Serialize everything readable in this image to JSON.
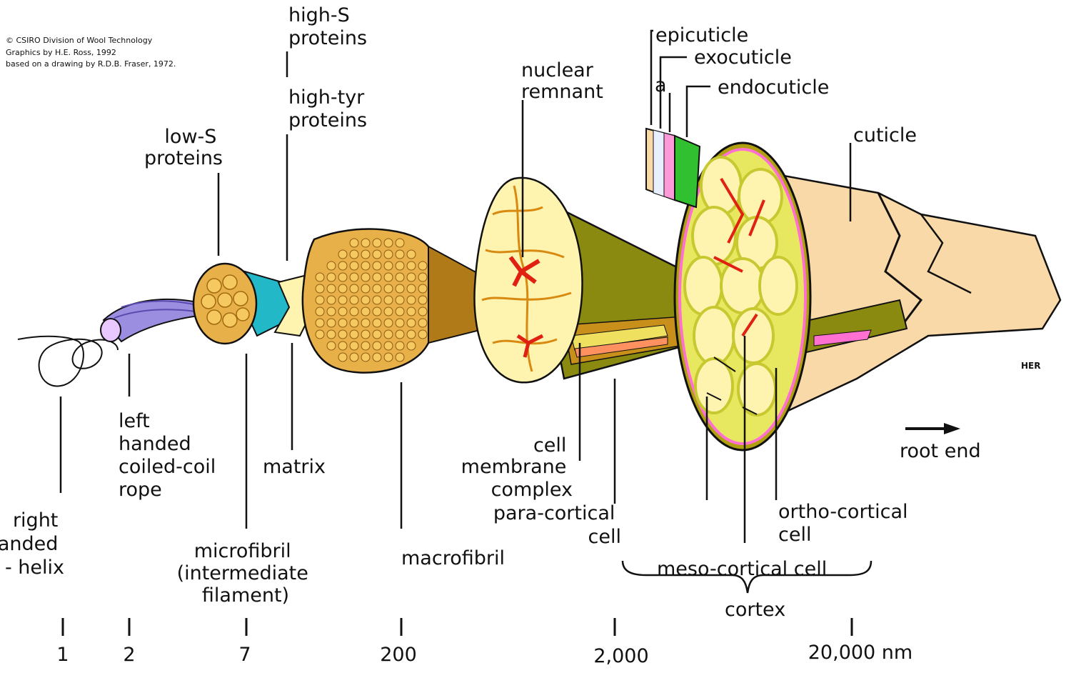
{
  "credits": {
    "line1": "© CSIRO Division of Wool Technology",
    "line2": "Graphics by H.E. Ross, 1992",
    "line3": "based on a drawing by R.D.B. Fraser, 1972."
  },
  "signature": "HER",
  "labels": {
    "high_s": [
      "high-S",
      "proteins"
    ],
    "high_tyr": [
      "high-tyr",
      "proteins"
    ],
    "low_s": [
      "low-S",
      "proteins"
    ],
    "nuclear_remnant": [
      "nuclear",
      "remnant"
    ],
    "epicuticle": "epicuticle",
    "exocuticle": "exocuticle",
    "a": "a",
    "endocuticle": "endocuticle",
    "cuticle": "cuticle",
    "left_handed": [
      "left",
      "handed",
      "coiled-coil",
      "rope"
    ],
    "matrix": "matrix",
    "cell_membrane": [
      "cell",
      "membrane",
      "complex"
    ],
    "root_end": "root end",
    "right_handed": [
      "right",
      "anded",
      "- helix"
    ],
    "microfibril": [
      "microfibril",
      "(intermediate",
      "filament)"
    ],
    "para_cortical": [
      "para-cortical",
      "cell"
    ],
    "ortho_cortical": [
      "ortho-cortical",
      "cell"
    ],
    "macrofibril": "macrofibril",
    "meso_cortical": "meso-cortical cell",
    "cortex": "cortex"
  },
  "scale": [
    "1",
    "2",
    "7",
    "200",
    "2,000",
    "20,000 nm"
  ],
  "colors": {
    "helix_purple": "#9b8ee0",
    "microfibril_gold": "#e8b048",
    "teal": "#22b8c8",
    "macro_gold": "#f0c050",
    "cell_yellow": "#fff3b0",
    "nucleus_red": "#e02010",
    "olive": "#8a8a10",
    "cuticle_peach": "#fad9a8",
    "cortex_yellow": "#e8e860",
    "endocuticle_green": "#30c030",
    "membrane_pink": "#ff70d0"
  }
}
